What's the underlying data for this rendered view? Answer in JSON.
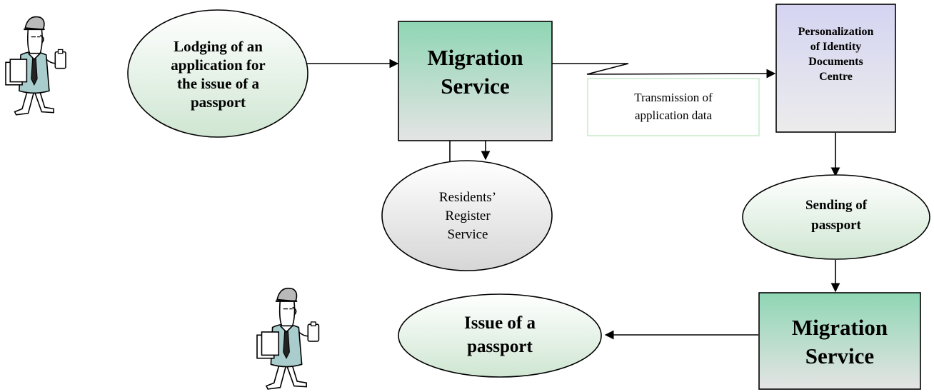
{
  "nodes": {
    "lodging": "Lodging of an application for the issue of a passport",
    "migration_top_line1": "Migration",
    "migration_top_line2": "Service",
    "personalization_line1": "Personalization",
    "personalization_line2": "of Identity",
    "personalization_line3": "Documents",
    "personalization_line4": "Centre",
    "transmission_line1": "Transmission of",
    "transmission_line2": "application data",
    "residents_line1": "Residents’",
    "residents_line2": "Register",
    "residents_line3": "Service",
    "sending_line1": "Sending of",
    "sending_line2": "passport",
    "migration_bottom_line1": "Migration",
    "migration_bottom_line2": "Service",
    "issue_line1": "Issue of a",
    "issue_line2": "passport"
  },
  "colors": {
    "ellipse_gradient_start": "#ffffff",
    "ellipse_gradient_end": "#cfe6d2",
    "residents_gradient_start": "#ffffff",
    "residents_gradient_end": "#d6d6d6",
    "migration_gradient_start": "#8fd6b4",
    "migration_gradient_end": "#e4e4e4",
    "personalization_gradient_start": "#d4d4f2",
    "personalization_gradient_end": "#ececec",
    "transmission_border": "#c8eccc",
    "figure_shirt": "#a9cccc",
    "figure_cap": "#b9b9b9"
  },
  "icons": [
    "person-with-clipboard-icon",
    "person-with-clipboard-icon"
  ]
}
